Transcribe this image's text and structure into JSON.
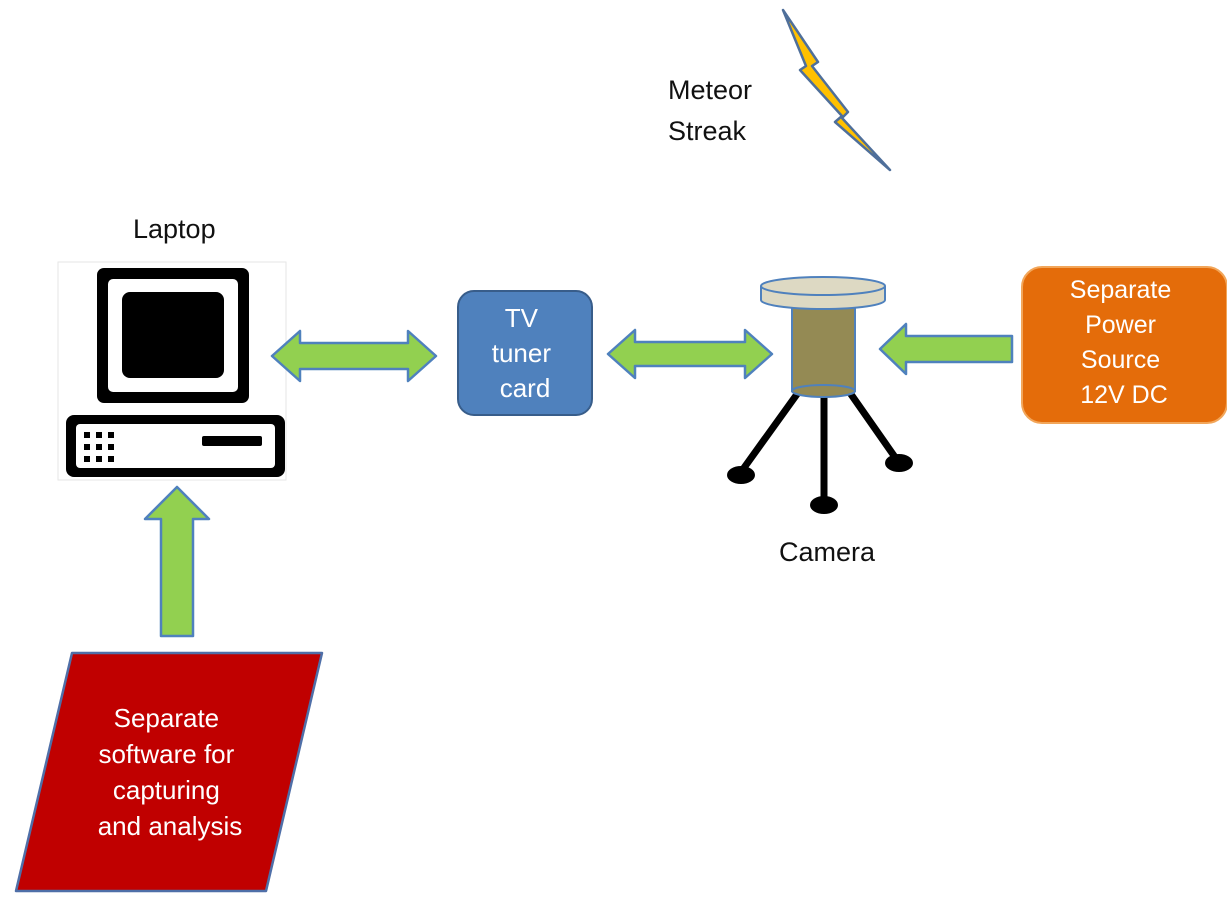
{
  "labels": {
    "meteor_line1": "Meteor",
    "meteor_line2": "Streak",
    "laptop": "Laptop",
    "camera": "Camera"
  },
  "boxes": {
    "tv_tuner": {
      "lines": [
        "TV",
        "tuner",
        "card"
      ],
      "fill": "#4f81bd",
      "stroke": "#385d8a"
    },
    "power_source": {
      "lines": [
        "Separate",
        "Power",
        "Source",
        "12V DC"
      ],
      "fill": "#e46c0a",
      "stroke": "#f2a65a"
    },
    "software": {
      "lines": [
        "Separate",
        "software for",
        "capturing",
        "and analysis"
      ],
      "fill": "#c00000",
      "stroke": "#4f6fa8"
    }
  },
  "colors": {
    "arrow_fill": "#92d050",
    "arrow_stroke": "#4f81bd",
    "meteor_fill": "#ffc000",
    "meteor_stroke": "#4f6f9a",
    "camera_top": "#ddd9c3",
    "camera_body": "#948a54",
    "box_text": "#ffffff"
  }
}
